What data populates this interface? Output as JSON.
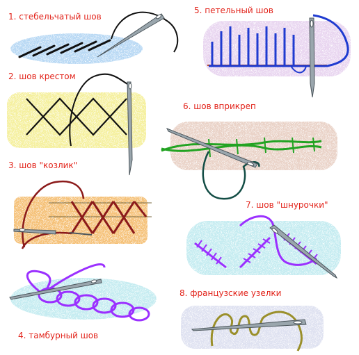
{
  "labels": {
    "stem_stitch": "1. стебельчатый шов",
    "cross_stitch": "2. шов крестом",
    "herringbone_stitch": "3. шов \"козлик\"",
    "chain_stitch": "4. тамбурный шов",
    "blanket_stitch": "5. петельный шов",
    "couching_stitch": "6. шов вприкреп",
    "laced_stitch": "7. шов \"шнурочки\"",
    "french_knots": "8. французские узелки"
  },
  "colors": {
    "label_text": "#e2231a",
    "stem_thread": "#111111",
    "cross_thread": "#111111",
    "herringbone_thread": "#8b1a1a",
    "chain_thread": "#9b30ff",
    "blanket_thread": "#1f3bd0",
    "couching_thread": "#22a322",
    "laced_thread": "#9b30ff",
    "knots_thread": "#9a8f2a"
  },
  "icons": {
    "needle": "needle-icon"
  }
}
